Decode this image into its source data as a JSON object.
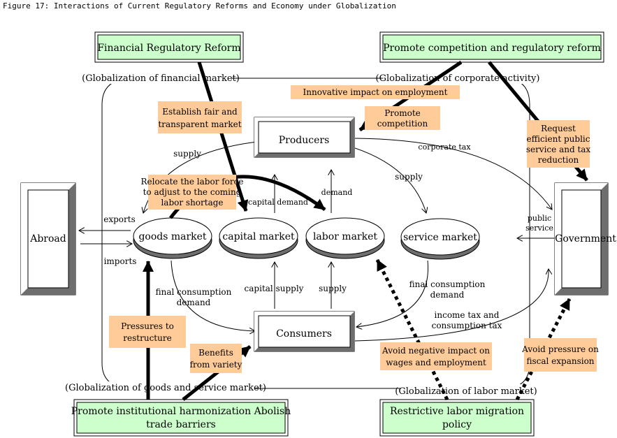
{
  "title": "Figure 17: Interactions of Current Regulatory Reforms and Economy under Globalization",
  "policy_boxes": {
    "financial": "Financial Regulatory Reform",
    "competition": "Promote competition and regulatory reform",
    "harmonization_1": "Promote institutional harmonization Abolish",
    "harmonization_2": "trade barriers",
    "labor_1": "Restrictive labor migration",
    "labor_2": "policy"
  },
  "globalization": {
    "financial": "(Globalization of financial market)",
    "corporate": "(Globalization of corporate activity)",
    "goods": "(Globalization of goods and service market)",
    "labor": "(Globalization of labor market)"
  },
  "actors": {
    "producers": "Producers",
    "consumers": "Consumers",
    "abroad": "Abroad",
    "government": "Government"
  },
  "markets": {
    "goods": "goods market",
    "capital": "capital market",
    "labor": "labor market",
    "service": "service market"
  },
  "effects": {
    "innovative": "Innovative impact on employment",
    "fair_1": "Establish fair and",
    "fair_2": "transparent market",
    "promote_1": "Promote",
    "promote_2": "competition",
    "request_1": "Request",
    "request_2": "efficient public",
    "request_3": "service and tax",
    "request_4": "reduction",
    "relocate_1": "Relocate the labor force",
    "relocate_2": "to adjust to the coming",
    "relocate_3": "labor shortage",
    "pressures_1": "Pressures to",
    "pressures_2": "restructure",
    "benefits_1": "Benefits",
    "benefits_2": "from variety",
    "avoid_wages_1": "Avoid negative impact on",
    "avoid_wages_2": "wages and employment",
    "avoid_fiscal_1": "Avoid pressure on",
    "avoid_fiscal_2": "fiscal expansion"
  },
  "flows": {
    "supply_goods": "supply",
    "supply_service": "supply",
    "capital_demand": "capital demand",
    "demand": "demand",
    "corporate_tax": "corporate tax",
    "exports": "exports",
    "imports": "imports",
    "public_service_1": "public",
    "public_service_2": "service",
    "final_consumption_1a": "final consumption",
    "final_consumption_1b": "demand",
    "capital_supply": "capital supply",
    "supply_labor": "supply",
    "final_consumption_2a": "final consumption",
    "final_consumption_2b": "demand",
    "income_tax_1": "income tax and",
    "income_tax_2": "consumption tax"
  },
  "colors": {
    "policy_fill": "#ccffcc",
    "effect_fill": "#ffcc99",
    "bevel_light": "#ffffff",
    "bevel_mid": "#c8c8c8",
    "bevel_dark": "#6e6e6e"
  }
}
